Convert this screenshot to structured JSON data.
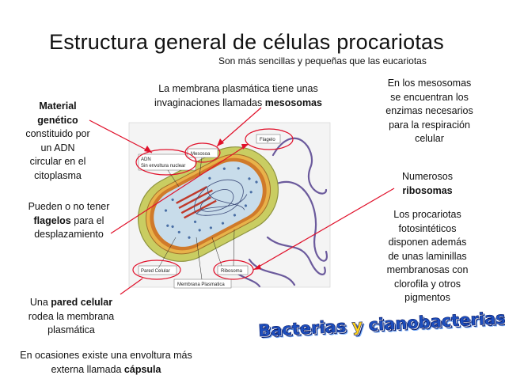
{
  "title": "Estructura general de células procariotas",
  "subtitle": "Son más sencillas y pequeñas que las eucariotas",
  "notes": {
    "membrane": {
      "line1": "La membrana plasmática tiene unas",
      "line2_pre": "invaginaciones llamadas ",
      "line2_bold": "mesosomas"
    },
    "material": {
      "bold1": "Material",
      "bold2": "genético",
      "l3": "constituido por",
      "l4": "un ADN",
      "l5": "circular en el",
      "l6": "citoplasma"
    },
    "flagellum": {
      "l1": "Pueden o no tener",
      "bold": "flagelos",
      "l2_rest": " para el",
      "l3": "desplazamiento"
    },
    "wall": {
      "pre": "Una ",
      "bold": "pared celular",
      "l2": "rodea la membrana",
      "l3": "plasmática"
    },
    "capsule": {
      "l1": "En ocasiones existe una envoltura más",
      "l2_pre": "externa llamada ",
      "l2_bold": "cápsula"
    },
    "mesosome_fn": {
      "l1": "En los mesosomas",
      "l2": "se encuentran los",
      "l3": "enzimas necesarios",
      "l4": "para la respiración",
      "l5": "celular"
    },
    "ribosomes": {
      "l1": "Numerosos",
      "bold": "ribosomas"
    },
    "photo": {
      "l1": "Los procariotas",
      "l2": "fotosintéticos",
      "l3": "disponen además",
      "l4": "de unas laminillas",
      "l5": "membranosas con",
      "l6": "clorofila y otros",
      "l7": "pigmentos"
    }
  },
  "diagram_labels": {
    "adn_1": "ADN",
    "adn_2": "Sin envoltura nuclear",
    "mesosoma": "Mesosoa",
    "flagelo": "Flagelo",
    "pared": "Pared Celular",
    "ribosoma": "Ribosoma",
    "membrana": "Membrana Plasmatica"
  },
  "brand": {
    "part1": "Bacterias ",
    "part2": "y ",
    "part3": "cianobacterias"
  },
  "colors": {
    "pointer": "#e0102a",
    "capsule": "#c9cd62",
    "cytoplasm": "#c8dcea",
    "membrane": "#d07a2a",
    "flagellum": "#6b5a9c"
  }
}
